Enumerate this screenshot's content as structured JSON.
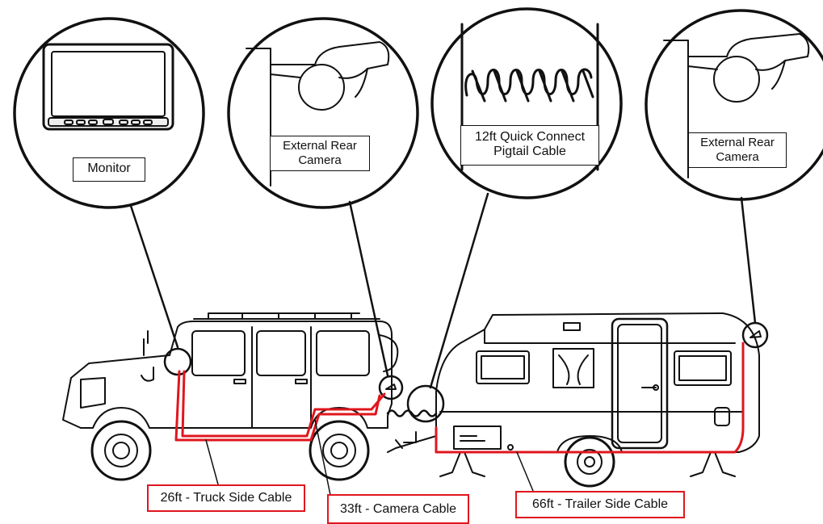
{
  "callouts": {
    "monitor": {
      "label": "Monitor"
    },
    "camera_truck": {
      "line1": "External Rear",
      "line2": "Camera"
    },
    "pigtail": {
      "line1": "12ft Quick Connect",
      "line2": "Pigtail Cable"
    },
    "camera_trailer": {
      "line1": "External Rear",
      "line2": "Camera"
    }
  },
  "cables": {
    "truck_side": "26ft - Truck Side Cable",
    "camera": "33ft - Camera Cable",
    "trailer_side": "66ft - Trailer Side Cable"
  },
  "colors": {
    "cable": "#e0161e",
    "outline": "#111111",
    "background": "#ffffff"
  }
}
